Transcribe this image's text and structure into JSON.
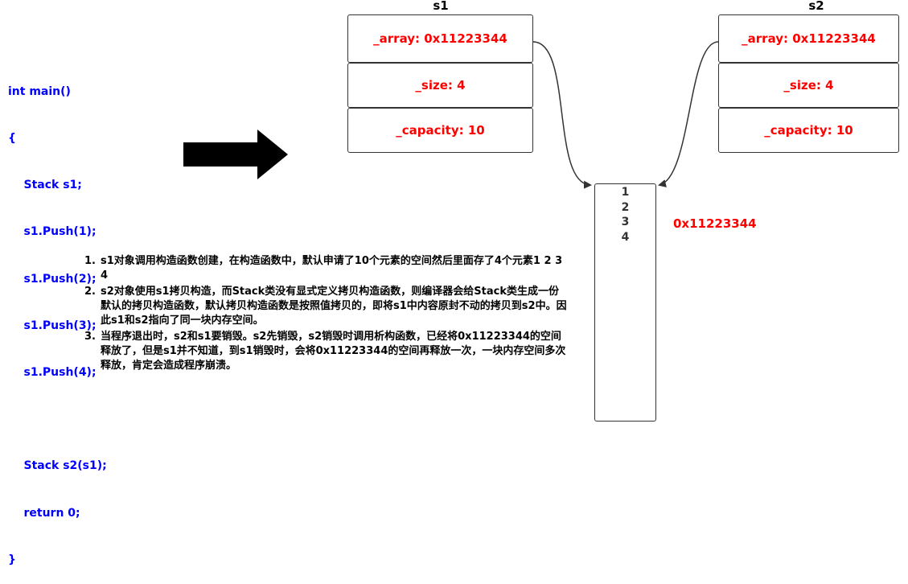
{
  "code_lines": [
    "int main()",
    "{",
    "    Stack s1;",
    "    s1.Push(1);",
    "    s1.Push(2);",
    "    s1.Push(3);",
    "    s1.Push(4);",
    "",
    "    Stack s2(s1);",
    "    return 0;",
    "}"
  ],
  "objects": [
    {
      "title": "s1",
      "fields": [
        "_array: 0x11223344",
        "_size: 4",
        "_capacity: 10"
      ]
    },
    {
      "title": "s2",
      "fields": [
        "_array: 0x11223344",
        "_size: 4",
        "_capacity: 10"
      ]
    }
  ],
  "memory": {
    "values": [
      "1",
      "2",
      "3",
      "4"
    ],
    "address": "0x11223344"
  },
  "notes": [
    {
      "number": "1.",
      "text": "s1对象调用构造函数创建，在构造函数中，默认申请了10个元素的空间然后里面存了4个元素1 2 3 4"
    },
    {
      "number": "2.",
      "text": "s2对象使用s1拷贝构造，而Stack类没有显式定义拷贝构造函数，则编译器会给Stack类生成一份默认的拷贝构造函数，默认拷贝构造函数是按照值拷贝的，即将s1中内容原封不动的拷贝到s2中。因此s1和s2指向了同一块内存空间。"
    },
    {
      "number": "3.",
      "text": "当程序退出时，s2和s1要销毁。s2先销毁，s2销毁时调用析构函数，已经将0x11223344的空间释放了，但是s1并不知道，到s1销毁时，会将0x11223344的空间再释放一次，一块内存空间多次释放，肯定会造成程序崩溃。"
    }
  ],
  "colors": {
    "code": "#0000ff",
    "field": "#ff0000",
    "box_border": "#333333",
    "arrow": "#000000"
  }
}
